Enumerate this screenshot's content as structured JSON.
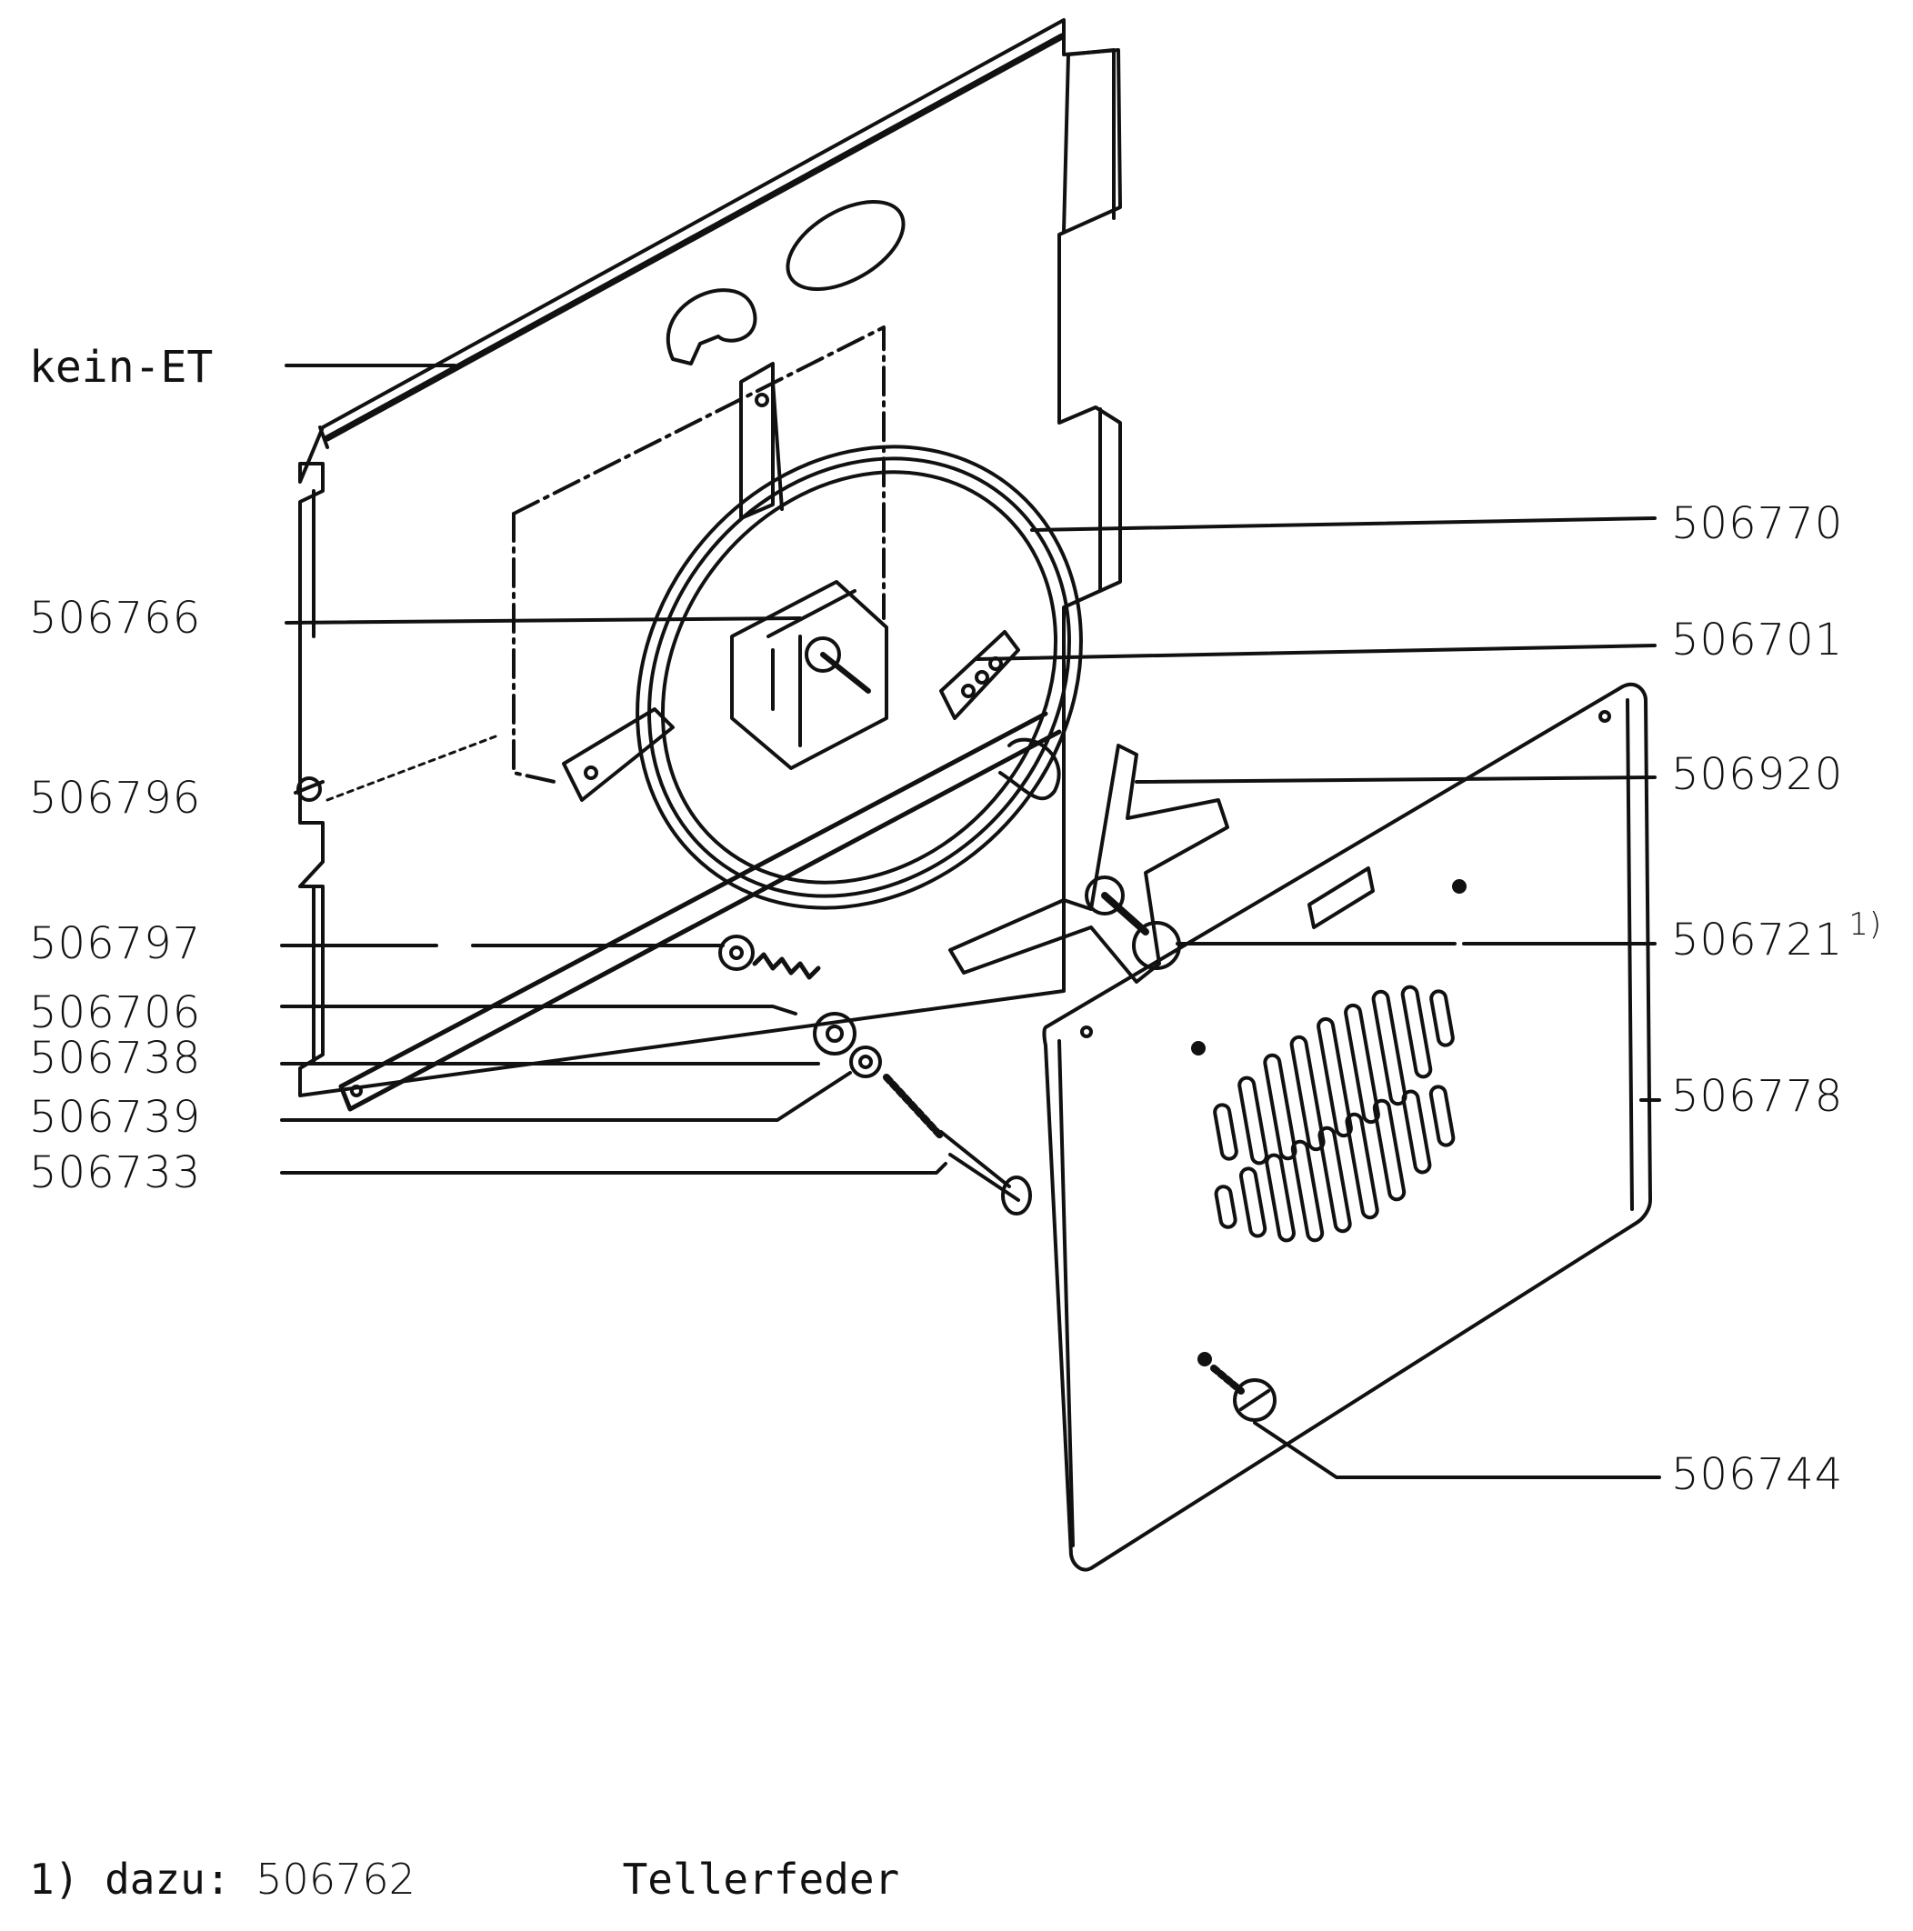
{
  "labels_left": [
    {
      "id": "kein-et",
      "text": "kein-ET"
    },
    {
      "id": "506766",
      "text": "506766"
    },
    {
      "id": "506796",
      "text": "506796"
    },
    {
      "id": "506797",
      "text": "506797"
    },
    {
      "id": "506706",
      "text": "506706"
    },
    {
      "id": "506738",
      "text": "506738"
    },
    {
      "id": "506739",
      "text": "506739"
    },
    {
      "id": "506733",
      "text": "506733"
    }
  ],
  "labels_right": [
    {
      "id": "506770",
      "text": "506770"
    },
    {
      "id": "506701",
      "text": "506701"
    },
    {
      "id": "506920",
      "text": "506920"
    },
    {
      "id": "506721",
      "text": "506721",
      "note": "1)"
    },
    {
      "id": "506778",
      "text": "506778"
    },
    {
      "id": "506744",
      "text": "506744"
    }
  ],
  "footnote": {
    "marker": "1)",
    "text": "dazu:",
    "part": "506762",
    "description": "Tellerfeder"
  }
}
